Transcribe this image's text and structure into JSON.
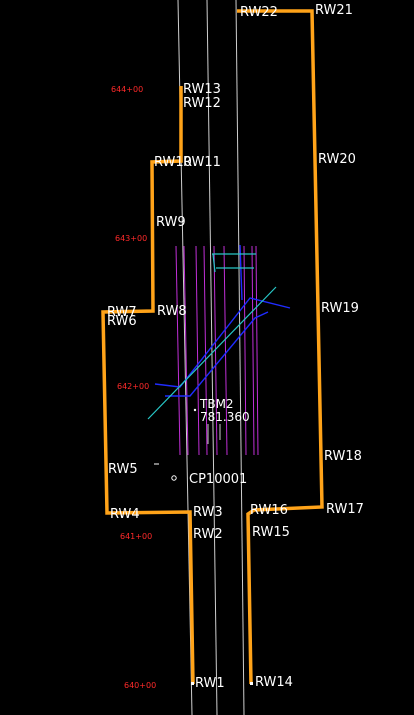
{
  "colors": {
    "background": "#000000",
    "row_line": "#ffa319",
    "centerline": "#cfcfcf",
    "utility_magenta": "#c02fd6",
    "utility_blue": "#1f2cff",
    "utility_cyan": "#27c7c7",
    "station_text": "#ff2a2a",
    "label_text": "#ffffff"
  },
  "row_points": {
    "rw1": "RW1",
    "rw2": "RW2",
    "rw3": "RW3",
    "rw4": "RW4",
    "rw5": "RW5",
    "rw6": "RW6",
    "rw7": "RW7",
    "rw8": "RW8",
    "rw9": "RW9",
    "rw10": "RW10",
    "rw11": "RW11",
    "rw12": "RW12",
    "rw13": "RW13",
    "rw14": "RW14",
    "rw15": "RW15",
    "rw16": "RW16",
    "rw17": "RW17",
    "rw18": "RW18",
    "rw19": "RW19",
    "rw20": "RW20",
    "rw21": "RW21",
    "rw22": "RW22"
  },
  "stations": {
    "s644": "644+00",
    "s643": "643+00",
    "s642": "642+00",
    "s641": "641+00",
    "s640": "640+00"
  },
  "benchmark": {
    "name": "TBM2",
    "elevation": "781.360"
  },
  "control_point": "CP10001"
}
